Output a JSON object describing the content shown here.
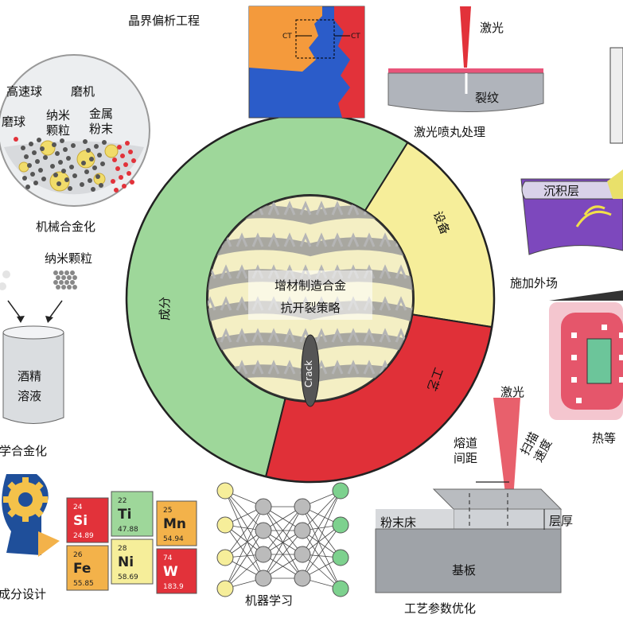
{
  "center": {
    "title_line1": "增材制造合金",
    "title_line2": "抗开裂策略",
    "crack": "Crack"
  },
  "ring": {
    "composition": "成分",
    "equipment": "设备",
    "process": "工艺",
    "colors": {
      "composition": "#9ed79a",
      "equipment": "#f6ee9a",
      "process": "#e03038"
    }
  },
  "panels": {
    "grain_boundary": {
      "label": "晶界偏析工程",
      "tag_left": "CT",
      "tag_right": "CT"
    },
    "laser_peening": {
      "laser": "激光",
      "crack": "裂纹",
      "label": "激光喷丸处理"
    },
    "mechanical_alloying": {
      "label": "机械合金化",
      "title_a": "高速球",
      "title_b": "磨机",
      "ball": "磨球",
      "nano": "纳米\n颗粒",
      "metal": "金属\n粉末"
    },
    "external_field": {
      "layer": "沉积层",
      "label": "施加外场"
    },
    "chemical_alloying": {
      "nano": "纳米颗粒",
      "solution_l1": "酒精",
      "solution_l2": "溶液",
      "label": "化学合金化"
    },
    "heat_treatment": {
      "label": "热等"
    },
    "composition_design": {
      "label": "成分设计",
      "elements": [
        {
          "number": "24",
          "symbol": "Si",
          "mass": "24.89"
        },
        {
          "number": "22",
          "symbol": "Ti",
          "mass": "47.88"
        },
        {
          "number": "25",
          "symbol": "Mn",
          "mass": "54.94"
        },
        {
          "number": "26",
          "symbol": "Fe",
          "mass": "55.85"
        },
        {
          "number": "28",
          "symbol": "Ni",
          "mass": "58.69"
        },
        {
          "number": "74",
          "symbol": "W",
          "mass": "183.9"
        }
      ]
    },
    "machine_learning": {
      "label": "机器学习"
    },
    "process_optimization": {
      "label": "工艺参数优化",
      "laser": "激光",
      "hatch": "熔道\n间距",
      "speed": "扫描\n速度",
      "powder": "粉末床",
      "layer": "层厚",
      "substrate": "基板"
    }
  }
}
